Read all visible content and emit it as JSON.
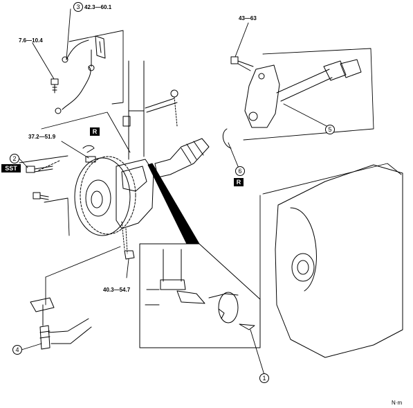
{
  "callouts": {
    "c1": "1",
    "c2": "2",
    "c3": "3",
    "c4": "4",
    "c5": "5",
    "c6": "6"
  },
  "torques": {
    "t_sensor_bracket": "42.3—60.1",
    "t_sensor_bolt": "7.6—10.4",
    "t_bearing_bolt": "43—63",
    "t_tierod_nut": "37.2—51.9",
    "t_lower_nut": "40.3—54.7"
  },
  "tags": {
    "replace_1": "R",
    "replace_2": "R",
    "sst": "SST"
  },
  "unit": "N·m"
}
